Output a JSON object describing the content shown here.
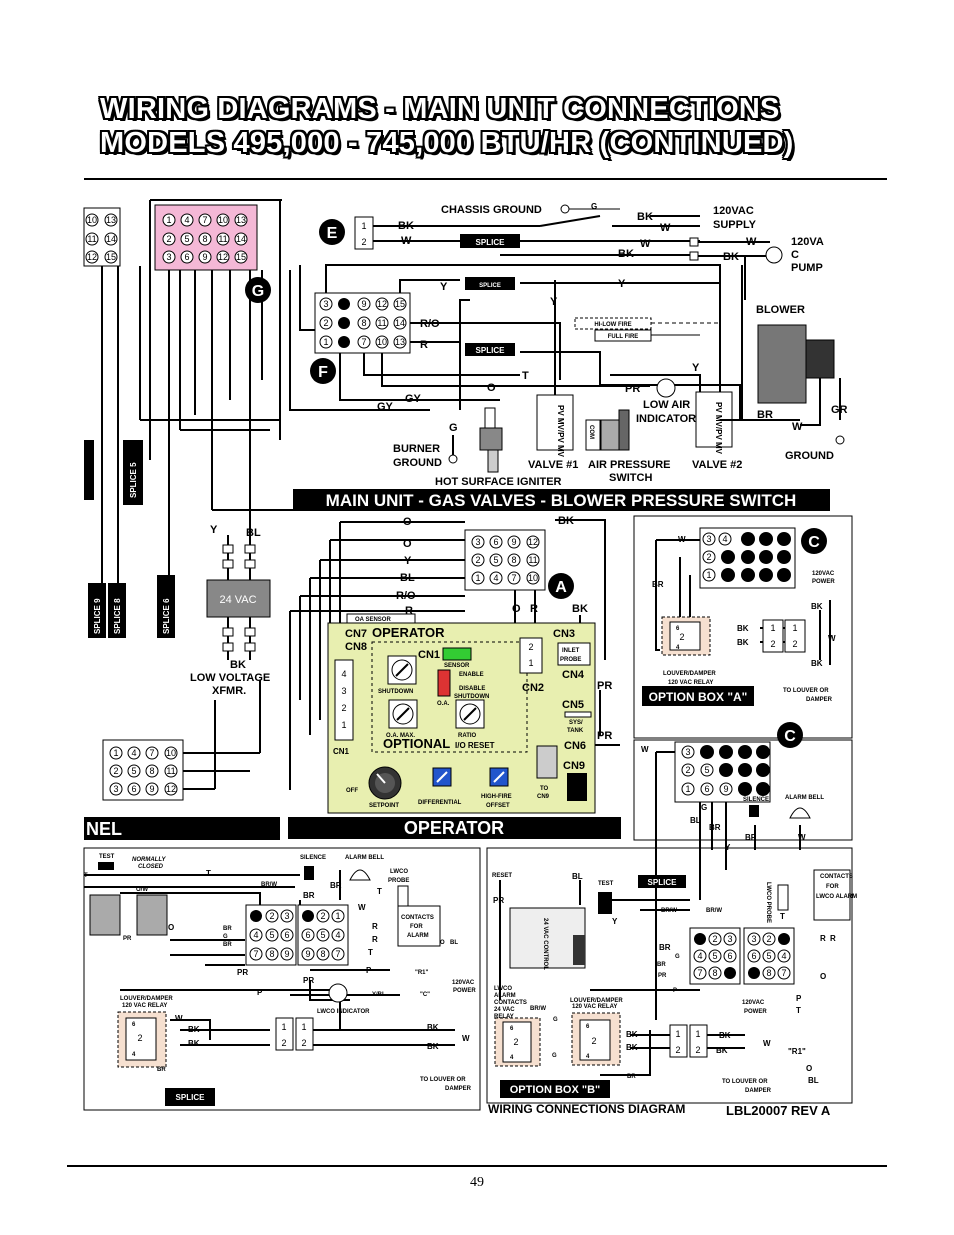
{
  "title": {
    "line1": "WIRING DIAGRAMS - MAIN UNIT CONNECTIONS",
    "line2": "MODELS 495,000 - 745,000 BTU/HR (CONTINUED)"
  },
  "page_number": "49",
  "colors": {
    "pink_block": "#f4b8d6",
    "board": "#e8efb0",
    "banner": "#000000",
    "badge": "#000000"
  },
  "labels": {
    "chassis_ground": "CHASSIS GROUND",
    "supply_120": "120VAC",
    "supply": "SUPPLY",
    "pump_120a": "120VA",
    "pump_c": "C",
    "pump": "PUMP",
    "blower": "BLOWER",
    "splice": "SPLICE",
    "hi_low_fire": "HI-LOW FIRE",
    "full_fire": "FULL FIRE",
    "low_air_indicator_1": "LOW AIR",
    "low_air_indicator_2": "INDICATOR",
    "burner_ground_1": "BURNER",
    "burner_ground_2": "GROUND",
    "hot_surface_igniter": "HOT SURFACE IGNITER",
    "valve1": "VALVE #1",
    "valve2": "VALVE #2",
    "air_pressure_switch_1": "AIR PRESSURE",
    "air_pressure_switch_2": "SWITCH",
    "ground": "GROUND",
    "pv_mv": "PV\nMV/PV\nMV",
    "com": "COM",
    "main_unit_banner": "MAIN UNIT - GAS VALVES - BLOWER PRESSURE SWITCH",
    "operator_banner": "OPERATOR",
    "panel_banner": "NEL",
    "xfmr_24": "24 VAC",
    "low_voltage_1": "LOW VOLTAGE",
    "low_voltage_2": "XFMR.",
    "splice_5": "SPLICE 5",
    "splice_6": "SPLICE 6",
    "splice_8": "SPLICE 8",
    "splice_9": "SPLICE 9",
    "oa_sensor": "OA SENSOR",
    "cn7": "CN7",
    "cn8": "CN8",
    "cn1": "CN1",
    "cn2": "CN2",
    "cn3": "CN3",
    "cn4": "CN4",
    "cn5": "CN5",
    "cn6": "CN6",
    "cn9": "CN9",
    "operator_board": "OPERATOR",
    "optional": "OPTIONAL",
    "io_reset": "I/O RESET",
    "sensor": "SENSOR",
    "enable": "ENABLE",
    "disable": "DISABLE",
    "shutdown": "SHUTDOWN",
    "oa": "O.A.",
    "oa_max": "O.A. MAX.",
    "ratio": "RATIO",
    "setpoint": "SETPOINT",
    "differential": "DIFFERENTIAL",
    "high_fire": "HIGH-FIRE",
    "offset": "OFFSET",
    "to_cn9_1": "TO",
    "to_cn9_2": "CN9",
    "inlet_probe": "INLET\nPROBE",
    "sys_tank": "SYS/\nTANK",
    "off": "OFF",
    "option_box_a": "OPTION BOX \"A\"",
    "option_box_b": "OPTION BOX \"B\"",
    "louver_relay_1": "LOUVER/DAMPER",
    "louver_relay_2": "120 VAC RELAY",
    "power_120_1": "120VAC",
    "power_120_2": "POWER",
    "to_louver_1": "TO LOUVER OR",
    "to_louver_2": "DAMPER",
    "silence": "SILENCE",
    "alarm_bell": "ALARM BELL",
    "test": "TEST",
    "normally_closed": "NORMALLY\nCLOSED",
    "lwco_probe_1": "LWCO",
    "lwco_probe_2": "PROBE",
    "lwco_indicator": "LWCO INDICATOR",
    "contacts_for_alarm": "CONTACTS\nFOR\nALARM",
    "contacts_for_lwco": "CONTACTS\nFOR\nLWCO ALARM",
    "r1": "\"R1\"",
    "c": "\"C\"",
    "reset": "RESET",
    "lwco_probe_vert": "LWCO PROBE",
    "lwco_alarm_contacts": "LWCO\nALARM\nCONTACTS\n24 VAC\nRELAY",
    "control_24": "24 VAC CONTROL",
    "wiring_connections": "WIRING CONNECTIONS DIAGRAM",
    "rev": "LBL20007 REV A"
  },
  "badges": {
    "a": "A",
    "c1": "C",
    "c2": "C",
    "e": "E",
    "f": "F",
    "g": "G"
  },
  "wires": {
    "bk": "BK",
    "w": "W",
    "g": "G",
    "y": "Y",
    "r": "R",
    "t": "T",
    "o": "O",
    "pr": "PR",
    "gy": "GY",
    "br": "BR",
    "bl": "BL",
    "gr": "GR",
    "r_o": "R/O",
    "o_w": "O/W",
    "br_w": "BR/W",
    "y_bl": "Y/BL"
  }
}
